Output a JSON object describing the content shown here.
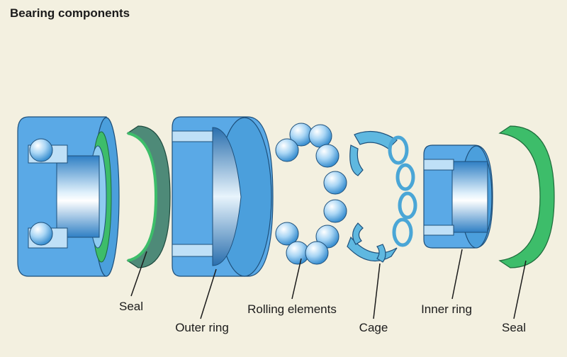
{
  "title": "Bearing components",
  "labels": {
    "seal_left": "Seal",
    "outer_ring": "Outer ring",
    "rolling_elements": "Rolling elements",
    "cage": "Cage",
    "inner_ring": "Inner ring",
    "seal_right": "Seal"
  },
  "colors": {
    "background": "#f3f0e0",
    "ring_blue": "#5aa9e6",
    "ring_dark": "#2f7fc4",
    "ring_light": "#bfe0f7",
    "seal_green": "#3dbd6a",
    "seal_dark_green": "#4e8a78",
    "ball": "#a9d6f5",
    "cage": "#5fb8e0"
  }
}
